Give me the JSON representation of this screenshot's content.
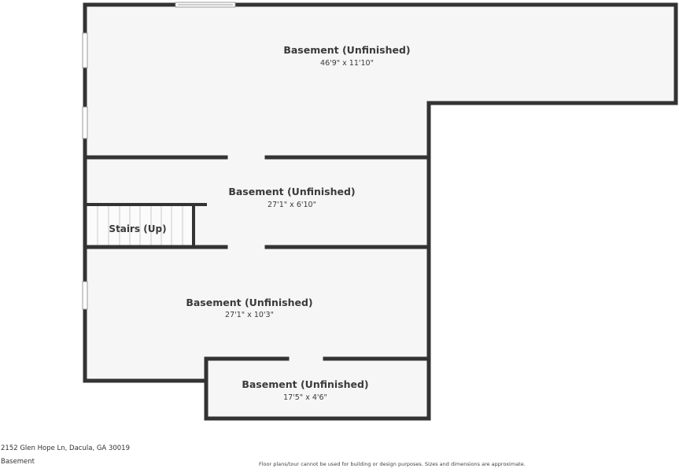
{
  "rooms": [
    {
      "name": "Basement (Unfinished)",
      "dimensions": "46'9\" x 11'10\""
    },
    {
      "name": "Basement (Unfinished)",
      "dimensions": "27'1\" x 6'10\""
    },
    {
      "name": "Basement (Unfinished)",
      "dimensions": "27'1\" x 10'3\""
    },
    {
      "name": "Basement (Unfinished)",
      "dimensions": "17'5\" x 4'6\""
    }
  ],
  "stairs": {
    "label": "Stairs (Up)"
  },
  "footer": {
    "address": "2152 Glen Hope Ln, Dacula, GA 30019",
    "floor": "Basement",
    "disclaimer": "Floor plans/tour cannot be used for building or design purposes. Sizes and dimensions are approximate."
  }
}
